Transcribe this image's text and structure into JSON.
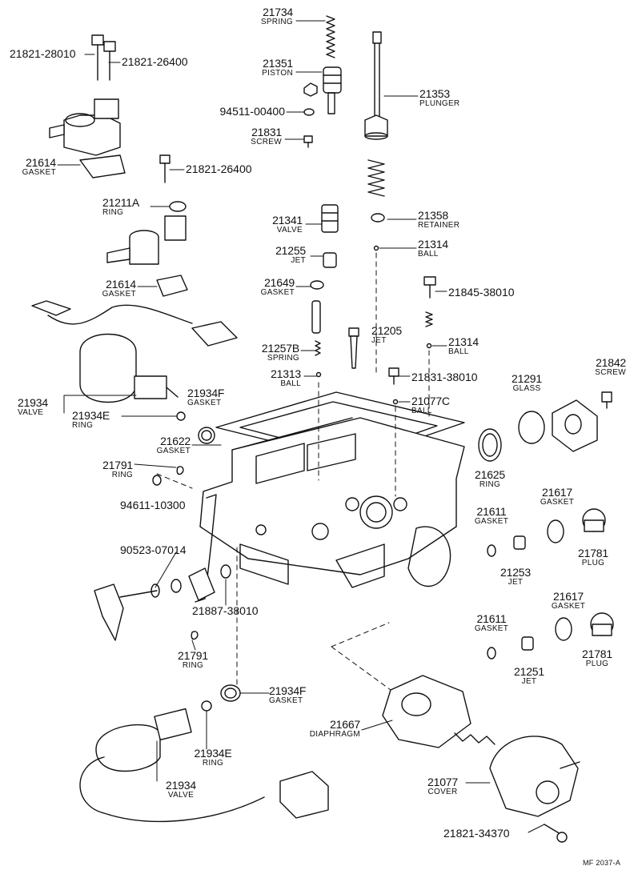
{
  "figure_code": "MF 2037-A",
  "parts": {
    "p21734": {
      "num": "21734",
      "name": "SPRING"
    },
    "p21351": {
      "num": "21351",
      "name": "PISTON"
    },
    "p94511": {
      "num": "94511-00400"
    },
    "p21831": {
      "num": "21831",
      "name": "SCREW"
    },
    "p21353": {
      "num": "21353",
      "name": "PLUNGER"
    },
    "p21821_28010": {
      "num": "21821-28010"
    },
    "p21821_26400a": {
      "num": "21821-26400"
    },
    "p21614a": {
      "num": "21614",
      "name": "GASKET"
    },
    "p21821_26400b": {
      "num": "21821-26400"
    },
    "p21211a": {
      "num": "21211A",
      "name": "RING"
    },
    "p21341": {
      "num": "21341",
      "name": "VALVE"
    },
    "p21358": {
      "num": "21358",
      "name": "RETAINER"
    },
    "p21255": {
      "num": "21255",
      "name": "JET"
    },
    "p21314a": {
      "num": "21314",
      "name": "BALL"
    },
    "p21614b": {
      "num": "21614",
      "name": "GASKET"
    },
    "p21649": {
      "num": "21649",
      "name": "GASKET"
    },
    "p21845": {
      "num": "21845-38010"
    },
    "p21205": {
      "num": "21205",
      "name": "JET"
    },
    "p21257b": {
      "num": "21257B",
      "name": "SPRING"
    },
    "p21314b": {
      "num": "21314",
      "name": "BALL"
    },
    "p21842": {
      "num": "21842",
      "name": "SCREW"
    },
    "p21313": {
      "num": "21313",
      "name": "BALL"
    },
    "p21831_38010": {
      "num": "21831-38010"
    },
    "p21291": {
      "num": "21291",
      "name": "GLASS"
    },
    "p21934a": {
      "num": "21934",
      "name": "VALVE"
    },
    "p21934f_a": {
      "num": "21934F",
      "name": "GASKET"
    },
    "p21077c": {
      "num": "21077C",
      "name": "BALL"
    },
    "p21934e_a": {
      "num": "21934E",
      "name": "RING"
    },
    "p21622": {
      "num": "21622",
      "name": "GASKET"
    },
    "p21791a": {
      "num": "21791",
      "name": "RING"
    },
    "p21625": {
      "num": "21625",
      "name": "RING"
    },
    "p21617a": {
      "num": "21617",
      "name": "GASKET"
    },
    "p94611": {
      "num": "94611-10300"
    },
    "p21611a": {
      "num": "21611",
      "name": "GASKET"
    },
    "p21781a": {
      "num": "21781",
      "name": "PLUG"
    },
    "p90523": {
      "num": "90523-07014"
    },
    "p21253": {
      "num": "21253",
      "name": "JET"
    },
    "p21887": {
      "num": "21887-38010"
    },
    "p21617b": {
      "num": "21617",
      "name": "GASKET"
    },
    "p21611b": {
      "num": "21611",
      "name": "GASKET"
    },
    "p21781b": {
      "num": "21781",
      "name": "PLUG"
    },
    "p21791b": {
      "num": "21791",
      "name": "RING"
    },
    "p21251": {
      "num": "21251",
      "name": "JET"
    },
    "p21934f_b": {
      "num": "21934F",
      "name": "GASKET"
    },
    "p21667": {
      "num": "21667",
      "name": "DIAPHRAGM"
    },
    "p21934e_b": {
      "num": "21934E",
      "name": "RING"
    },
    "p21934b": {
      "num": "21934",
      "name": "VALVE"
    },
    "p21077": {
      "num": "21077",
      "name": "COVER"
    },
    "p21821_34370": {
      "num": "21821-34370"
    }
  }
}
